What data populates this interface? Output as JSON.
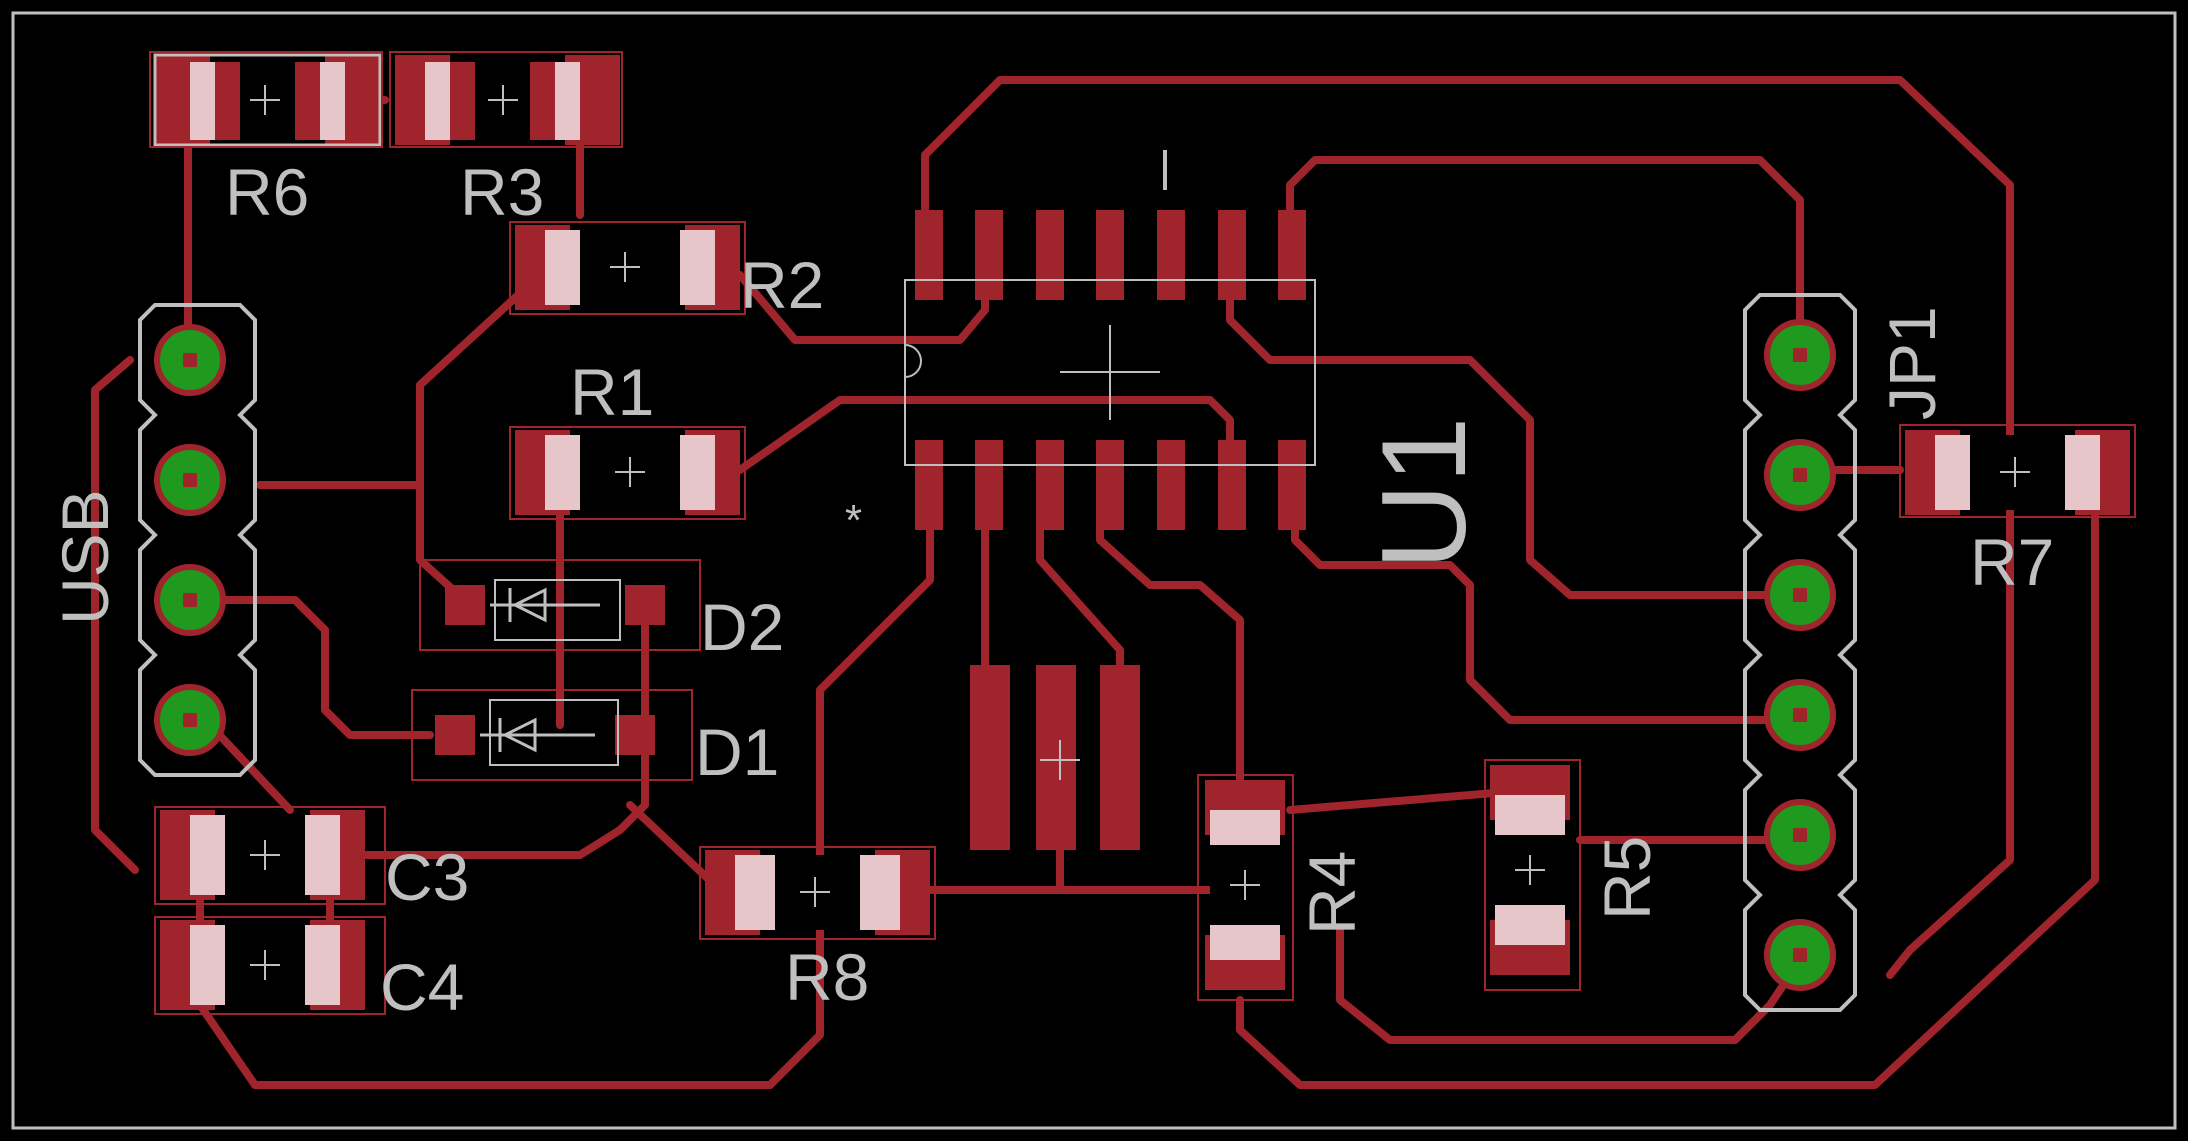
{
  "board": {
    "background": "#000000",
    "outline_color": "#bfbfbf",
    "copper_color": "#a0242b",
    "silkscreen_color": "#bfbfbf",
    "pad_color": "#1f9a1f"
  },
  "labels": {
    "r6": "R6",
    "r3": "R3",
    "r2": "R2",
    "r1": "R1",
    "d2": "D2",
    "d1": "D1",
    "c3": "C3",
    "c4": "C4",
    "r8": "R8",
    "r4": "R4",
    "r5": "R5",
    "r7": "R7",
    "usb": "USB",
    "jp1": "JP1",
    "u1": "U1",
    "star": "*"
  }
}
